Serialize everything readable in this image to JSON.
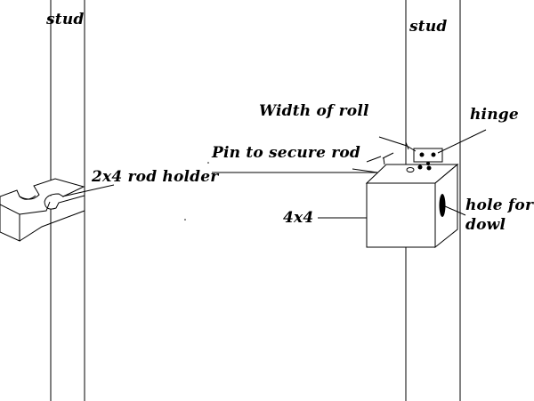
{
  "labels": {
    "stud_left": "stud",
    "stud_right": "stud",
    "width_of_roll": "Width of roll",
    "hinge": "hinge",
    "pin_to_secure_rod": "Pin to secure rod",
    "rod_holder": "2x4 rod holder",
    "four_by_four": "4x4",
    "hole_for": "hole for",
    "dowl": "dowl"
  },
  "colors": {
    "ink": "#000000",
    "paper": "#ffffff"
  }
}
